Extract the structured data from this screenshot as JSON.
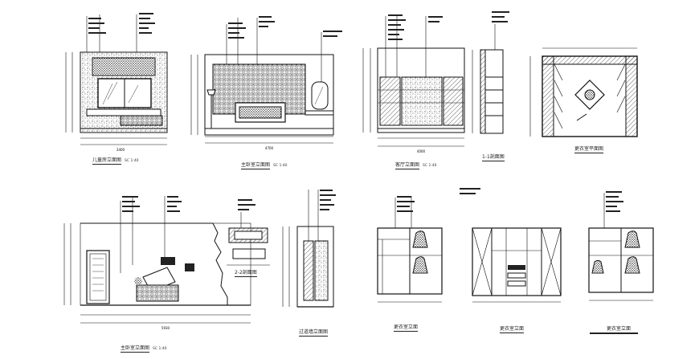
{
  "drawing": {
    "views": [
      {
        "id": "v1",
        "title": "儿童房立面图",
        "number": "",
        "scale": "SC 1:40"
      },
      {
        "id": "v2",
        "title": "主卧室立面图",
        "number": "",
        "scale": "SC 1:40"
      },
      {
        "id": "v3",
        "title": "客厅立面图",
        "number": "",
        "scale": "SC 1:40"
      },
      {
        "id": "v4",
        "title": "1-1剖面图",
        "number": "",
        "scale": ""
      },
      {
        "id": "v5",
        "title": "更衣室平面图",
        "number": "",
        "scale": ""
      },
      {
        "id": "v6",
        "title": "主卧室立面图",
        "number": "",
        "scale": "SC 1:40"
      },
      {
        "id": "v7",
        "title": "2-2剖面图",
        "number": "",
        "scale": ""
      },
      {
        "id": "v8",
        "title": "过道墙立面图",
        "number": "",
        "scale": ""
      },
      {
        "id": "v9",
        "title": "更衣室立面",
        "number": "",
        "scale": ""
      },
      {
        "id": "v10",
        "title": "更衣室立面",
        "number": "",
        "scale": ""
      },
      {
        "id": "v11",
        "title": "更衣室立面",
        "number": "",
        "scale": ""
      }
    ],
    "dimensions": {
      "v1_total": "3400",
      "v2_total": "4700",
      "v3_total": "4000",
      "v6_total": "5930"
    }
  }
}
